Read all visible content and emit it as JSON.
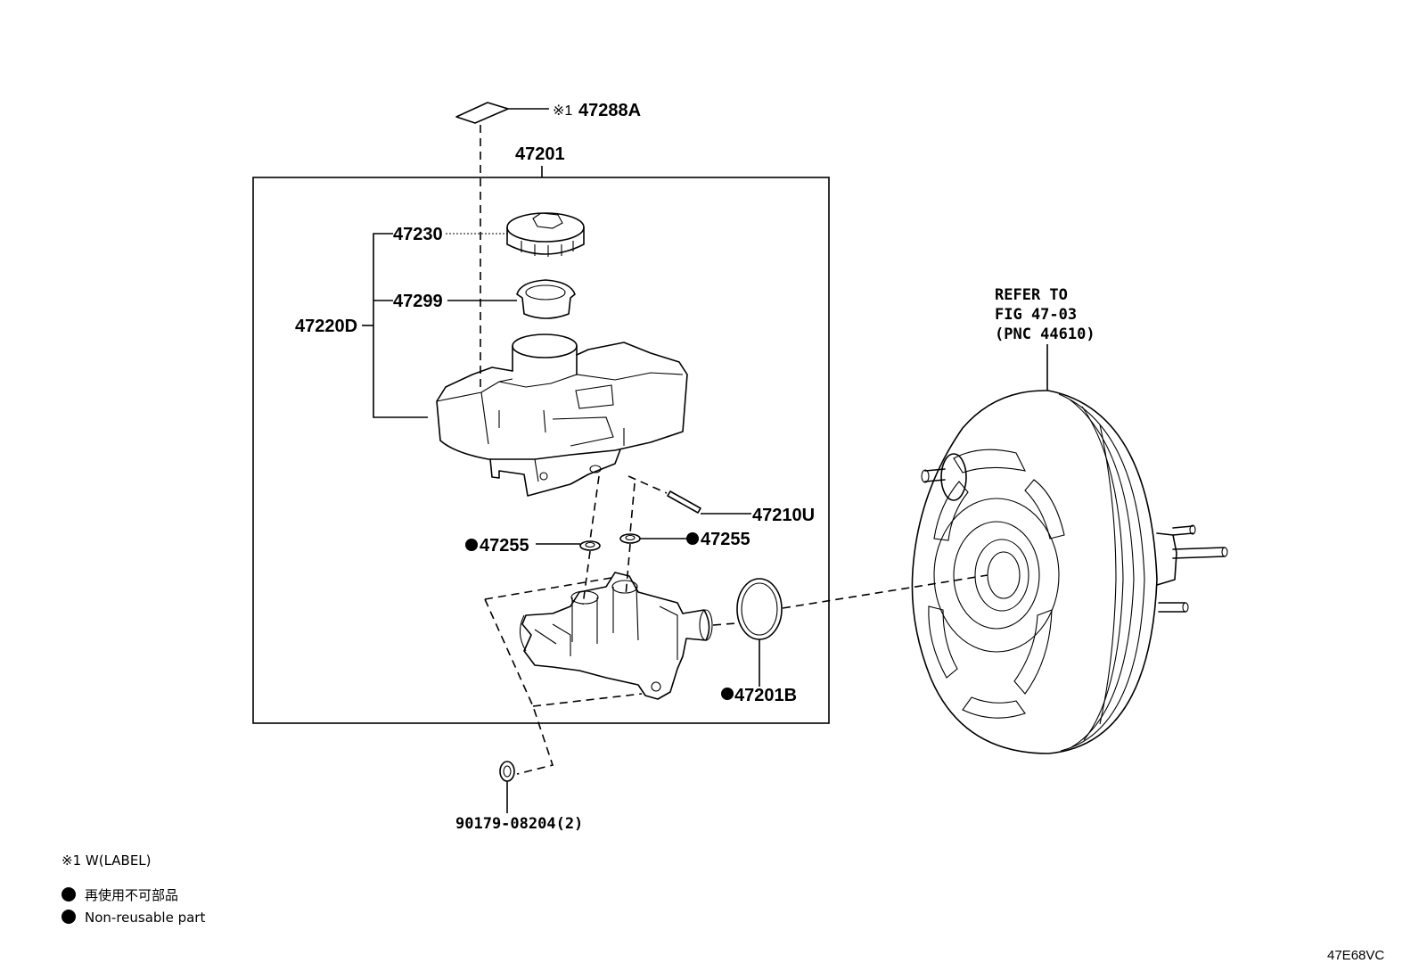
{
  "labels": {
    "label_part": "47288A",
    "label_part_marker": "※1",
    "assembly": "47201",
    "cap": "47230",
    "strainer": "47299",
    "reservoir": "47220D",
    "pin": "47210U",
    "grommet_left": "47255",
    "grommet_right": "47255",
    "oring": "47201B",
    "nut": "90179-08204(2)"
  },
  "refer": {
    "line1": "REFER TO",
    "line2": "FIG 47-03",
    "line3": "(PNC 44610)"
  },
  "notes": {
    "label_note": "※1 W(LABEL)",
    "nonreusable_jp": "再使用不可部品",
    "nonreusable_en": "Non-reusable part"
  },
  "figure_code": "47E68VC"
}
